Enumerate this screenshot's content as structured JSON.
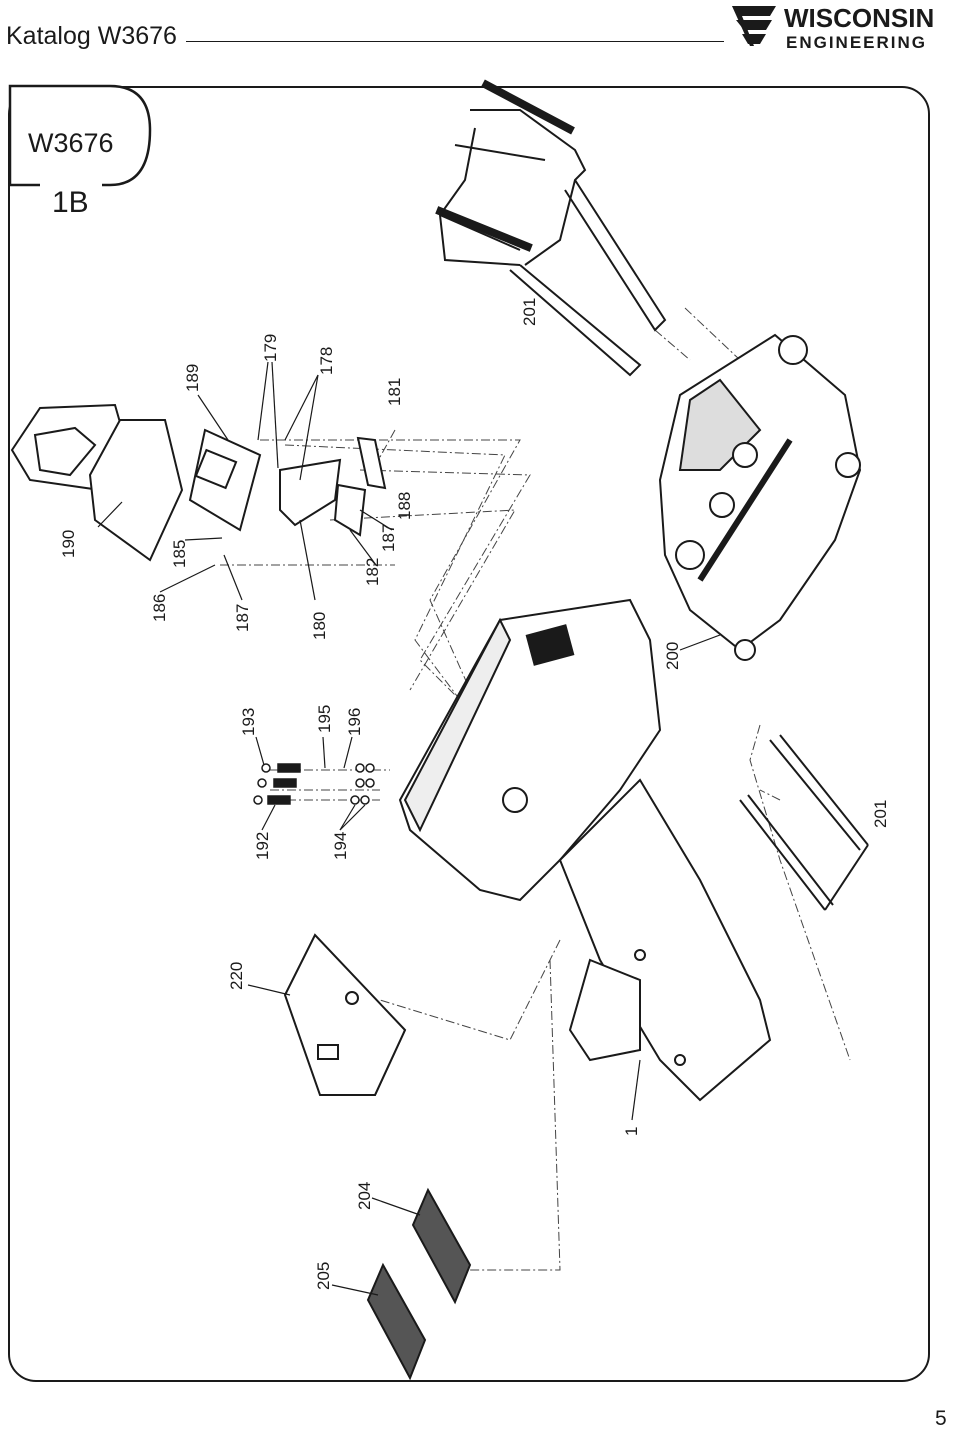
{
  "header": {
    "title": "Katalog W3676",
    "logo_line1": "WISCONSIN",
    "logo_line2": "ENGINEERING"
  },
  "badge": {
    "model": "W3676",
    "section": "1B"
  },
  "page_number": "5",
  "callouts": {
    "c201_top": "201",
    "c179": "179",
    "c178": "178",
    "c189": "189",
    "c181": "181",
    "c188": "188",
    "c187_mid": "187",
    "c182": "182",
    "c190": "190",
    "c185": "185",
    "c186": "186",
    "c187_low": "187",
    "c180": "180",
    "c200": "200",
    "c193": "193",
    "c195": "195",
    "c196": "196",
    "c192": "192",
    "c194": "194",
    "c201_right": "201",
    "c220": "220",
    "c1": "1",
    "c204": "204",
    "c205": "205"
  }
}
